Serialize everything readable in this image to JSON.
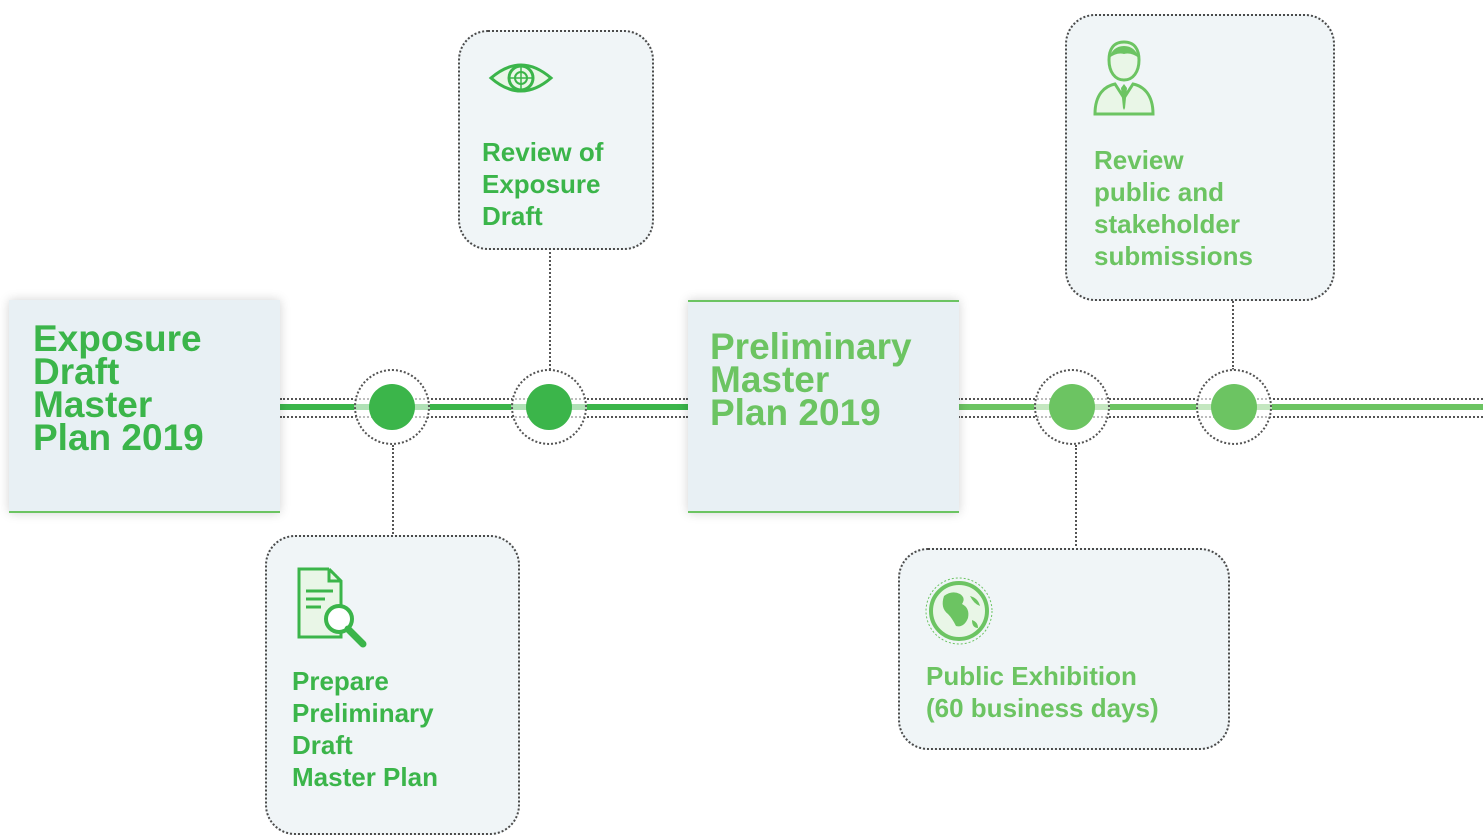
{
  "colors": {
    "dark_green": "#3bb54a",
    "light_green": "#6cc462",
    "box_bg": "#e8f0f4",
    "step_bg": "#f0f5f7"
  },
  "milestones": [
    {
      "label": "Exposure\nDraft\nMaster\nPlan 2019"
    },
    {
      "label": "Preliminary\nMaster\nPlan 2019"
    }
  ],
  "steps": [
    {
      "label": "Prepare\nPreliminary\nDraft\nMaster Plan",
      "icon": "document-magnifier-icon"
    },
    {
      "label": "Review of\nExposure\nDraft",
      "icon": "eye-icon"
    },
    {
      "label": "Public Exhibition\n(60 business days)",
      "icon": "globe-icon"
    },
    {
      "label": "Review\npublic and\nstakeholder\nsubmissions",
      "icon": "businessman-icon"
    }
  ]
}
